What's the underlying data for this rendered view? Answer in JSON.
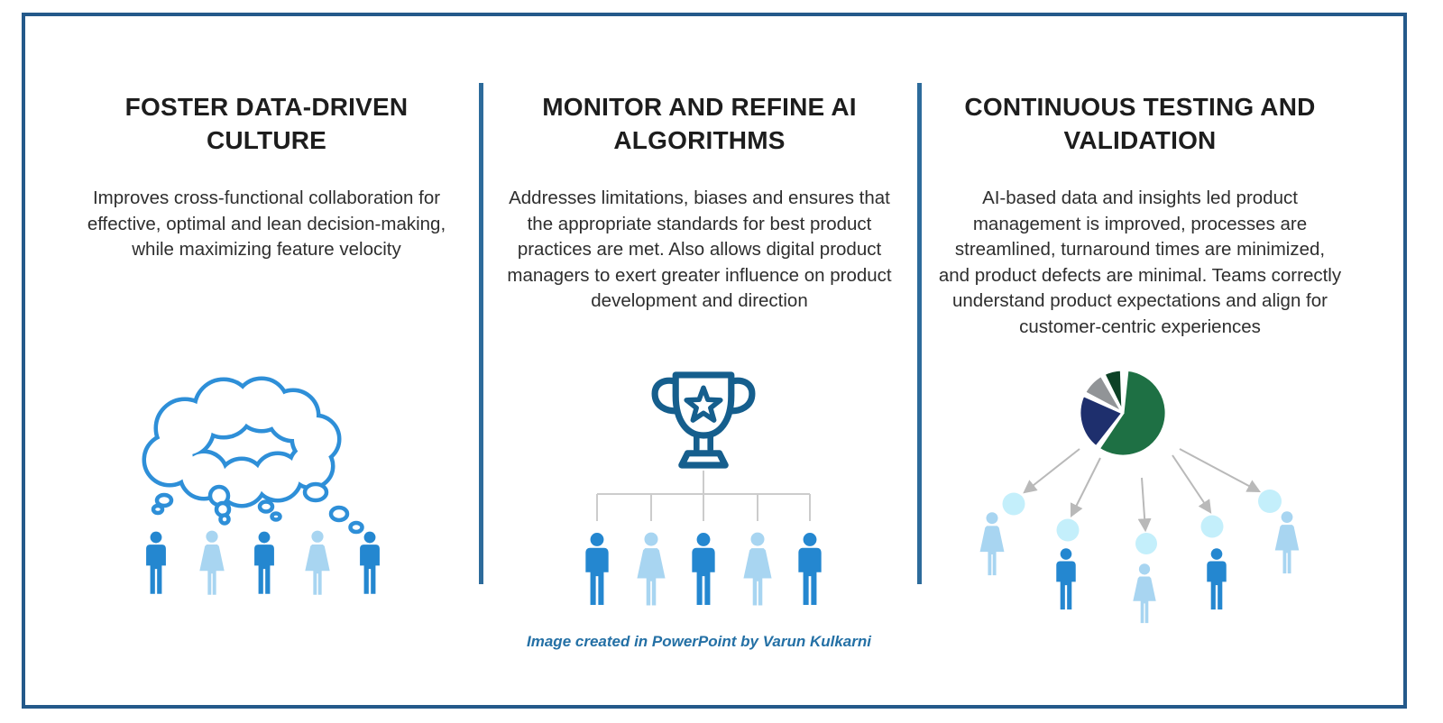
{
  "infographic": {
    "columns": [
      {
        "title": "FOSTER DATA-DRIVEN CULTURE",
        "body": "Improves cross-functional collaboration for effective, optimal and lean decision-making, while maximizing feature velocity",
        "illustration": "thought-cloud-over-team"
      },
      {
        "title": "MONITOR AND REFINE AI ALGORITHMS",
        "body": "Addresses limitations, biases and ensures that the appropriate standards for best product practices are met. Also allows digital product managers to exert greater influence on product development and direction",
        "illustration": "trophy-hierarchy-team"
      },
      {
        "title": "CONTINUOUS TESTING AND VALIDATION",
        "body": "AI-based data and insights led product management is improved, processes are streamlined, turnaround times are minimized, and product defects are minimal. Teams correctly understand product expectations and align for customer-centric experiences",
        "illustration": "pie-distribution-to-team"
      }
    ],
    "caption": "Image created in PowerPoint by Varun Kulkarni",
    "colors": {
      "frame_border": "#24598a",
      "divider": "#2d6b9b",
      "title_text": "#1d1d1d",
      "body_text": "#2e2e2e",
      "caption": "#2470a5",
      "male_figure": "#2487d0",
      "female_figure": "#a8d5f1",
      "cloud_stroke": "#2e8fd8",
      "trophy_stroke": "#155e8d",
      "connector_line": "#cccccc",
      "arrow": "#b9b9b9",
      "bubble": "#c4effb",
      "pie": {
        "green": "#1e7044",
        "navy": "#1e2f6d",
        "gray": "#919497",
        "dark_green": "#0d4226"
      }
    },
    "pie_chart": {
      "type": "pie",
      "segments": [
        {
          "name": "green-major",
          "percent": 58
        },
        {
          "name": "navy",
          "percent": 21
        },
        {
          "name": "gray",
          "percent": 9
        },
        {
          "name": "dark-green",
          "percent": 8
        }
      ],
      "labels_visible": false
    }
  }
}
